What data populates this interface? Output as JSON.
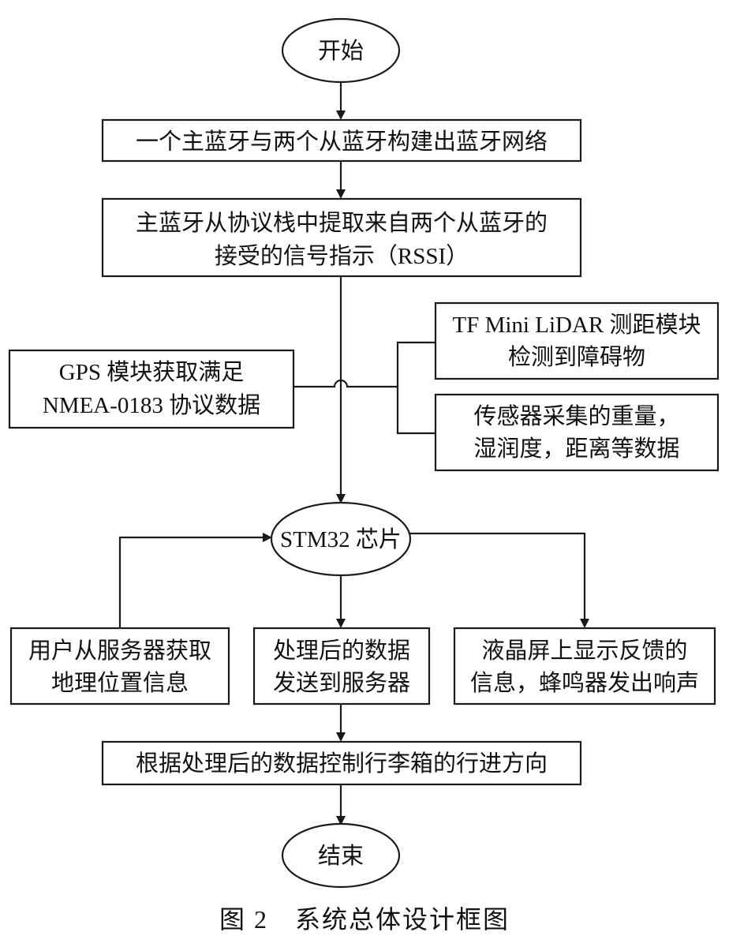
{
  "figure": {
    "caption": "图 2　系统总体设计框图"
  },
  "nodes": {
    "start": "开始",
    "build_network": "一个主蓝牙与两个从蓝牙构建出蓝牙网络",
    "rssi_line1": "主蓝牙从协议栈中提取来自两个从蓝牙的",
    "rssi_line2": "接受的信号指示（RSSI）",
    "gps_line1": "GPS 模块获取满足",
    "gps_line2": "NMEA-0183 协议数据",
    "lidar_line1": "TF Mini LiDAR 测距模块",
    "lidar_line2": "检测到障碍物",
    "sensor_line1": "传感器采集的重量，",
    "sensor_line2": "湿润度，距离等数据",
    "stm32": "STM32 芯片",
    "user_line1": "用户从服务器获取",
    "user_line2": "地理位置信息",
    "send_line1": "处理后的数据",
    "send_line2": "发送到服务器",
    "lcd_line1": "液晶屏上显示反馈的",
    "lcd_line2": "信息，蜂鸣器发出响声",
    "control": "根据处理后的数据控制行李箱的行进方向",
    "end": "结束"
  }
}
